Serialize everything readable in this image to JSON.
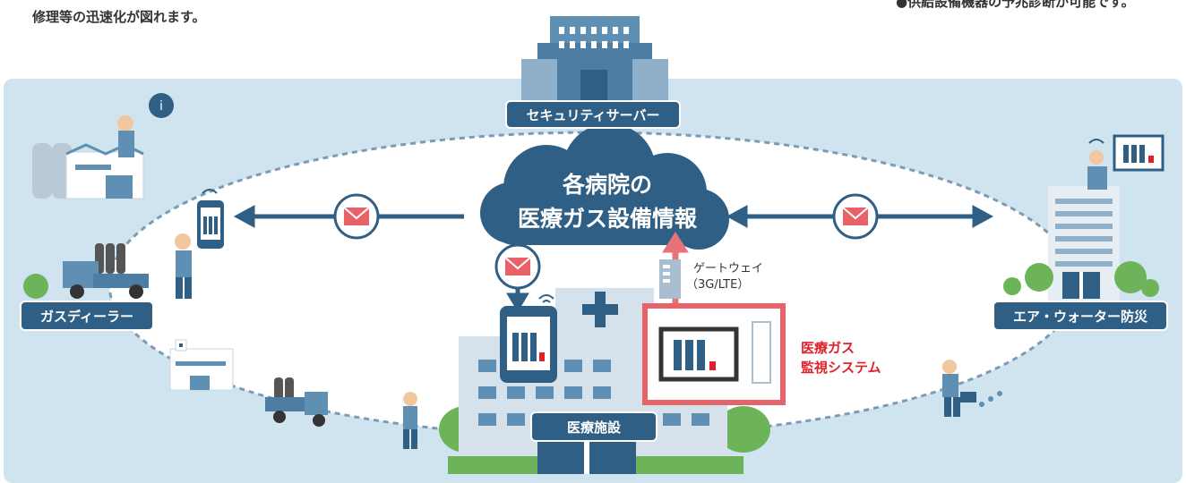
{
  "top_left_text": "修理等の迅速化が図れます。",
  "top_right_text": "●供給設備機器の予兆診断が可能です。",
  "labels": {
    "security_server": "セキュリティサーバー",
    "gas_dealer": "ガスディーラー",
    "air_water": "エア・ウォーター防災",
    "medical_facility": "医療施設"
  },
  "cloud": {
    "line1": "各病院の",
    "line2": "医療ガス設備情報"
  },
  "gateway": {
    "line1": "ゲートウェイ",
    "line2": "（3G/LTE）"
  },
  "monitor": {
    "line1": "医療ガス",
    "line2": "監視システム"
  },
  "colors": {
    "panel": "#cfe4ee",
    "navy": "#2f5f85",
    "mail": "#e8626a",
    "alert_red": "#e0202a"
  }
}
